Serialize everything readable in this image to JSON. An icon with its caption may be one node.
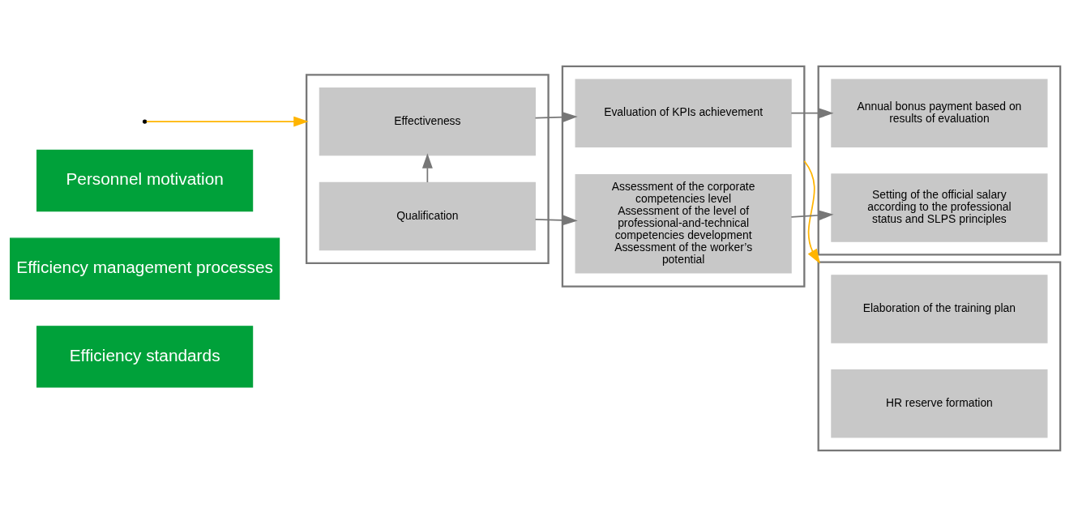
{
  "diagram": {
    "nodes": [
      {
        "text": [
          "Efficiency standards"
        ]
      },
      {
        "text": [
          "Efficiency management processes"
        ]
      },
      {
        "text": [
          "Personnel motivation"
        ]
      },
      {
        "text": [],
        "shape": "box"
      },
      {
        "text": [
          "Effectiveness"
        ],
        "in": 3
      },
      {
        "text": [
          "Qualification"
        ],
        "in": 3
      },
      {
        "text": [],
        "shape": "box"
      },
      {
        "text": [
          "Evaluation of KPIs achievement"
        ],
        "in": 6
      },
      {
        "text": [
          "Assessment of the corporate competencies level",
          "Assessment of the level of professional-and-technical competencies development",
          "Assessment of the worker’s potential"
        ],
        "in": 6
      },
      {
        "text": [],
        "shape": "box"
      },
      {
        "text": [
          "Annual bonus payment based on results of evaluation"
        ],
        "in": 9
      },
      {
        "text": [
          "Setting of the official salary according to the professional status and SLPS principles"
        ],
        "in": 9
      },
      {
        "text": [],
        "shape": "box"
      },
      {
        "text": [
          "Elaboration of the training plan"
        ],
        "in": 12
      },
      {
        "text": [
          "HR reserve formation"
        ],
        "in": 12
      }
    ],
    "edges": [
      {
        "from": 4,
        "to": 7,
        "arrow": "to"
      },
      {
        "from": 5,
        "to": 8,
        "arrow": "to"
      },
      {
        "from": 7,
        "to": 10,
        "arrow": "to"
      },
      {
        "from": 8,
        "to": 11,
        "arrow": "to"
      },
      {
        "from": 5,
        "to": 4,
        "arrow": "to"
      },
      {
        "from": 6,
        "to": 12,
        "arrow": "to",
        "color": "#ffb400"
      },
      {
        "from": null,
        "to": 3,
        "arrow": "to",
        "color": "#ffb400"
      }
    ]
  }
}
